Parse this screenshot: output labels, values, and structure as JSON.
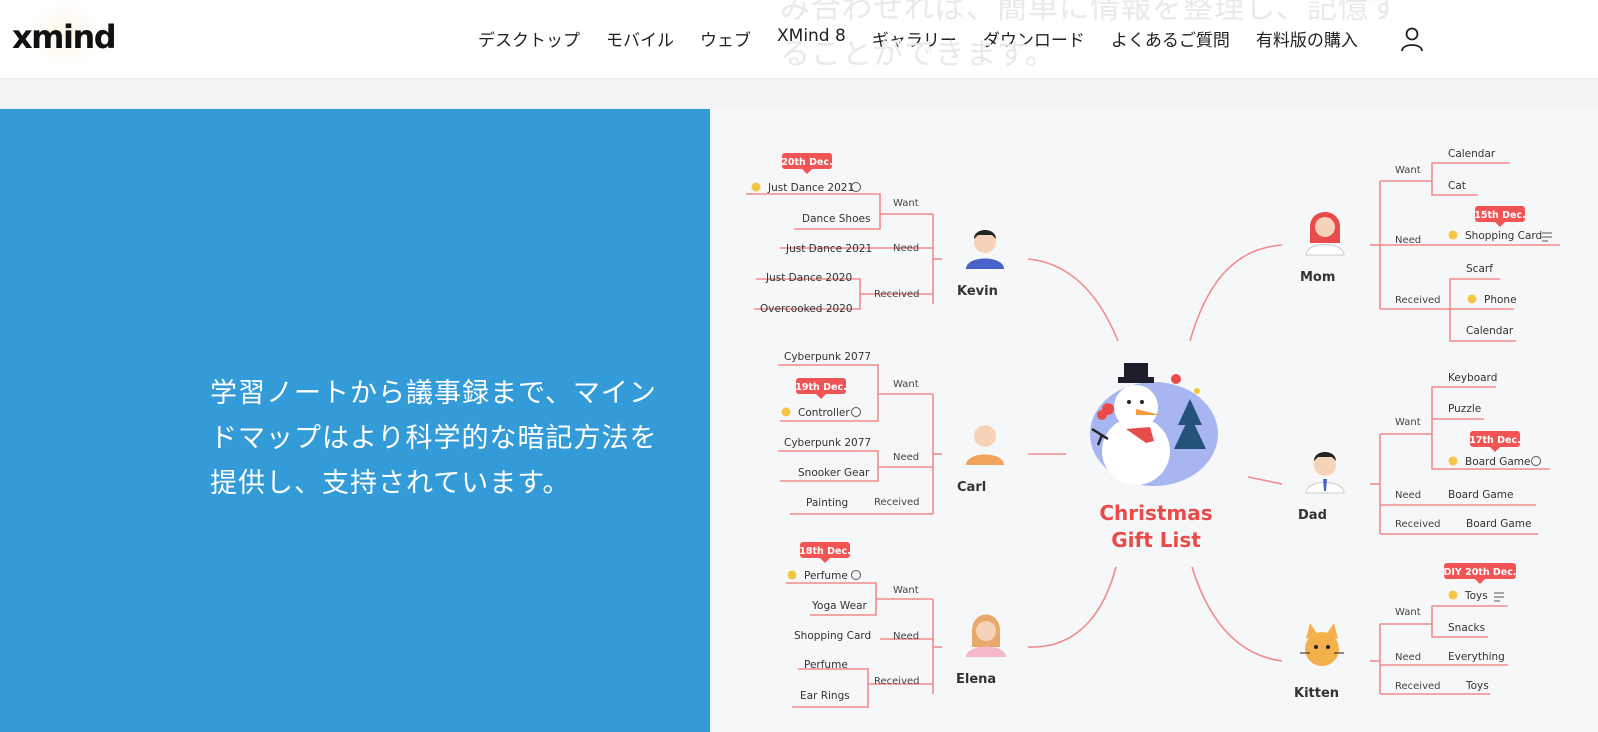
{
  "ghost_text": "み合わせれば、簡単に情報を整理し、記憶することができます。",
  "header": {
    "logo": "xmind",
    "nav": [
      "デスクトップ",
      "モバイル",
      "ウェブ",
      "XMind 8",
      "ギャラリー",
      "ダウンロード",
      "よくあるご質問",
      "有料版の購入"
    ]
  },
  "hero": {
    "text": "学習ノートから議事録まで、マインドマップはより科学的な暗記方法を提供し、支持されています。"
  },
  "mindmap": {
    "title_line1": "Christmas",
    "title_line2": "Gift List",
    "people": {
      "kevin": {
        "name": "Kevin",
        "tag": "20th Dec.",
        "want_label": "Want",
        "need_label": "Need",
        "received_label": "Received",
        "want": [
          "Just Dance 2021",
          "Dance Shoes"
        ],
        "need": [
          "Just Dance 2021"
        ],
        "received": [
          "Just Dance 2020",
          "Overcooked 2020"
        ]
      },
      "carl": {
        "name": "Carl",
        "tag": "19th Dec.",
        "want_label": "Want",
        "need_label": "Need",
        "received_label": "Received",
        "want": [
          "Cyberpunk 2077",
          "Controller"
        ],
        "need": [
          "Cyberpunk 2077",
          "Snooker Gear"
        ],
        "received": [
          "Painting"
        ]
      },
      "elena": {
        "name": "Elena",
        "tag": "18th Dec.",
        "want_label": "Want",
        "need_label": "Need",
        "received_label": "Received",
        "want": [
          "Perfume",
          "Yoga Wear"
        ],
        "need": [
          "Shopping Card"
        ],
        "received": [
          "Perfume",
          "Ear Rings"
        ]
      },
      "mom": {
        "name": "Mom",
        "tag": "15th Dec.",
        "want_label": "Want",
        "need_label": "Need",
        "received_label": "Received",
        "want": [
          "Calendar",
          "Cat"
        ],
        "need": [
          "Shopping Card"
        ],
        "received": [
          "Scarf",
          "Phone",
          "Calendar"
        ]
      },
      "dad": {
        "name": "Dad",
        "tag": "17th Dec.",
        "want_label": "Want",
        "need_label": "Need",
        "received_label": "Received",
        "want": [
          "Keyboard",
          "Puzzle",
          "Board Game"
        ],
        "need": [
          "Board Game"
        ],
        "received": [
          "Board Game"
        ]
      },
      "kitten": {
        "name": "Kitten",
        "tag": "DIY 20th Dec.",
        "want_label": "Want",
        "need_label": "Need",
        "received_label": "Received",
        "want": [
          "Toys",
          "Snacks"
        ],
        "need": [
          "Everything"
        ],
        "received": [
          "Toys"
        ]
      }
    }
  },
  "colors": {
    "hero_blue": "#349bd9",
    "branch": "#f28b8b",
    "tag": "#f15454",
    "title": "#e94b4b"
  }
}
